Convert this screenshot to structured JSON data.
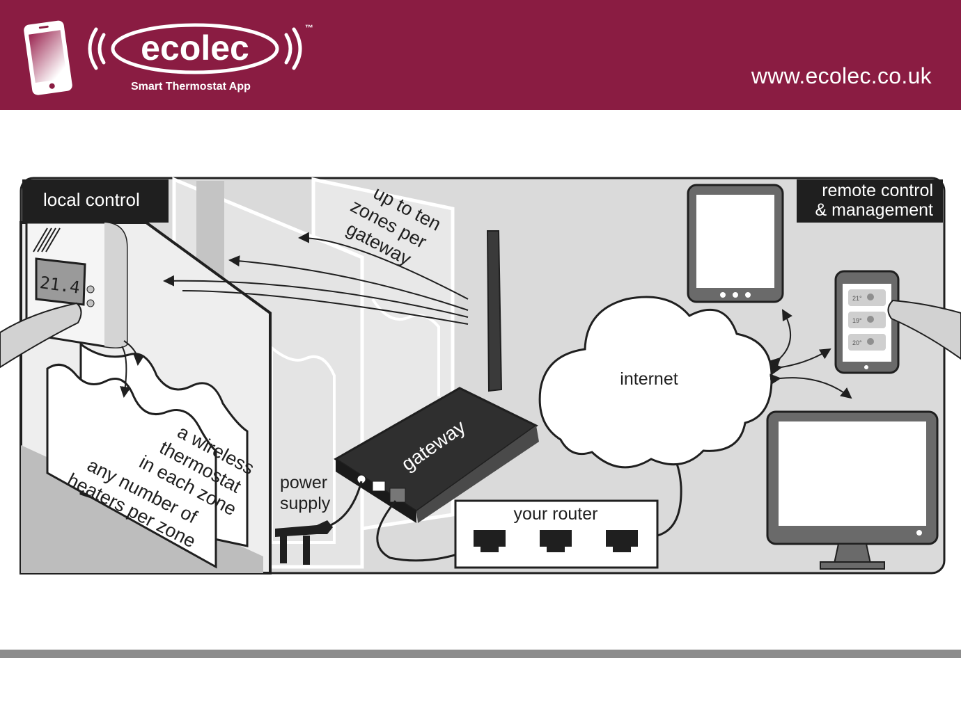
{
  "header": {
    "brand": "ecolec",
    "trademark": "™",
    "tagline": "Smart Thermostat App",
    "url": "www.ecolec.co.uk"
  },
  "diagram": {
    "local_control": "local control",
    "remote_line1": "remote control",
    "remote_line2": "& management",
    "zones": [
      "up to ten",
      "zones per",
      "gateway"
    ],
    "thermostat_note": [
      "a wireless",
      "thermostat",
      "in each zone"
    ],
    "heaters_note": [
      "any number of",
      "heaters per zone"
    ],
    "display": "21.4",
    "gateway": "gateway",
    "power": [
      "power",
      "supply"
    ],
    "router": "your router",
    "internet": "internet",
    "temps": [
      "21°",
      "19°",
      "20°"
    ]
  },
  "colors": {
    "brand": "#8a1c42",
    "panel": "#dadada",
    "dark": "#1f1f1f",
    "footer": "#8c8c8c"
  }
}
